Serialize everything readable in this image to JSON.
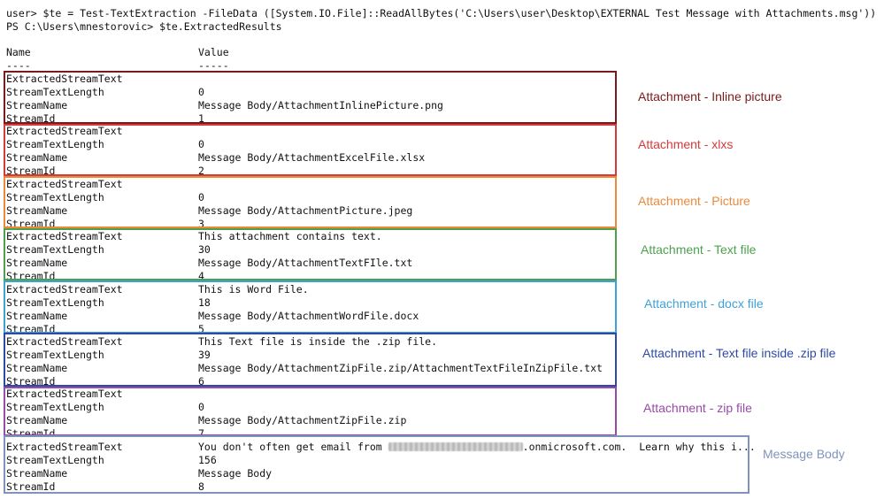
{
  "console": {
    "command_line": "user> $te = Test-TextExtraction -FileData ([System.IO.File]::ReadAllBytes('C:\\Users\\user\\Desktop\\EXTERNAL Test Message with Attachments.msg'))",
    "prompt_line": "PS C:\\Users\\mnestorovic> $te.ExtractedResults",
    "header": {
      "name": "Name",
      "value": "Value",
      "name_rule": "----",
      "value_rule": "-----"
    }
  },
  "records": [
    {
      "fields": [
        {
          "name": "ExtractedStreamText",
          "value": ""
        },
        {
          "name": "StreamTextLength",
          "value": "0"
        },
        {
          "name": "StreamName",
          "value": "Message Body/AttachmentInlinePicture.png"
        },
        {
          "name": "StreamId",
          "value": "1"
        }
      ],
      "annotation": "Attachment - Inline picture",
      "color": "#7b1a1a"
    },
    {
      "fields": [
        {
          "name": "ExtractedStreamText",
          "value": ""
        },
        {
          "name": "StreamTextLength",
          "value": "0"
        },
        {
          "name": "StreamName",
          "value": "Message Body/AttachmentExcelFile.xlsx"
        },
        {
          "name": "StreamId",
          "value": "2"
        }
      ],
      "annotation": "Attachment - xlxs",
      "color": "#d63a3a"
    },
    {
      "fields": [
        {
          "name": "ExtractedStreamText",
          "value": ""
        },
        {
          "name": "StreamTextLength",
          "value": "0"
        },
        {
          "name": "StreamName",
          "value": "Message Body/AttachmentPicture.jpeg"
        },
        {
          "name": "StreamId",
          "value": "3"
        }
      ],
      "annotation": "Attachment - Picture",
      "color": "#ea8a3a"
    },
    {
      "fields": [
        {
          "name": "ExtractedStreamText",
          "value": "This attachment contains text."
        },
        {
          "name": "StreamTextLength",
          "value": "30"
        },
        {
          "name": "StreamName",
          "value": "Message Body/AttachmentTextFIle.txt"
        },
        {
          "name": "StreamId",
          "value": "4"
        }
      ],
      "annotation": "Attachment - Text file",
      "color": "#4ea04e"
    },
    {
      "fields": [
        {
          "name": "ExtractedStreamText",
          "value": "This is Word File."
        },
        {
          "name": "StreamTextLength",
          "value": "18"
        },
        {
          "name": "StreamName",
          "value": "Message Body/AttachmentWordFile.docx"
        },
        {
          "name": "StreamId",
          "value": "5"
        }
      ],
      "annotation": "Attachment - docx file",
      "color": "#3fa2d6"
    },
    {
      "fields": [
        {
          "name": "ExtractedStreamText",
          "value": "This Text file is inside the .zip file."
        },
        {
          "name": "StreamTextLength",
          "value": "39"
        },
        {
          "name": "StreamName",
          "value": "Message Body/AttachmentZipFile.zip/AttachmentTextFileInZipFile.txt"
        },
        {
          "name": "StreamId",
          "value": "6"
        }
      ],
      "annotation": "Attachment - Text file inside .zip file",
      "color": "#2e4aa6"
    },
    {
      "fields": [
        {
          "name": "ExtractedStreamText",
          "value": ""
        },
        {
          "name": "StreamTextLength",
          "value": "0"
        },
        {
          "name": "StreamName",
          "value": "Message Body/AttachmentZipFile.zip"
        },
        {
          "name": "StreamId",
          "value": "7"
        }
      ],
      "annotation": "Attachment - zip file",
      "color": "#9a4aa8"
    },
    {
      "fields": [
        {
          "name": "ExtractedStreamText",
          "value": "You don't often get email from",
          "value_suffix": ".onmicrosoft.com.  Learn why this i..."
        },
        {
          "name": "StreamTextLength",
          "value": "156"
        },
        {
          "name": "StreamName",
          "value": "Message Body"
        },
        {
          "name": "StreamId",
          "value": "8"
        }
      ],
      "annotation": "Message Body",
      "color": "#7f93bd"
    }
  ]
}
